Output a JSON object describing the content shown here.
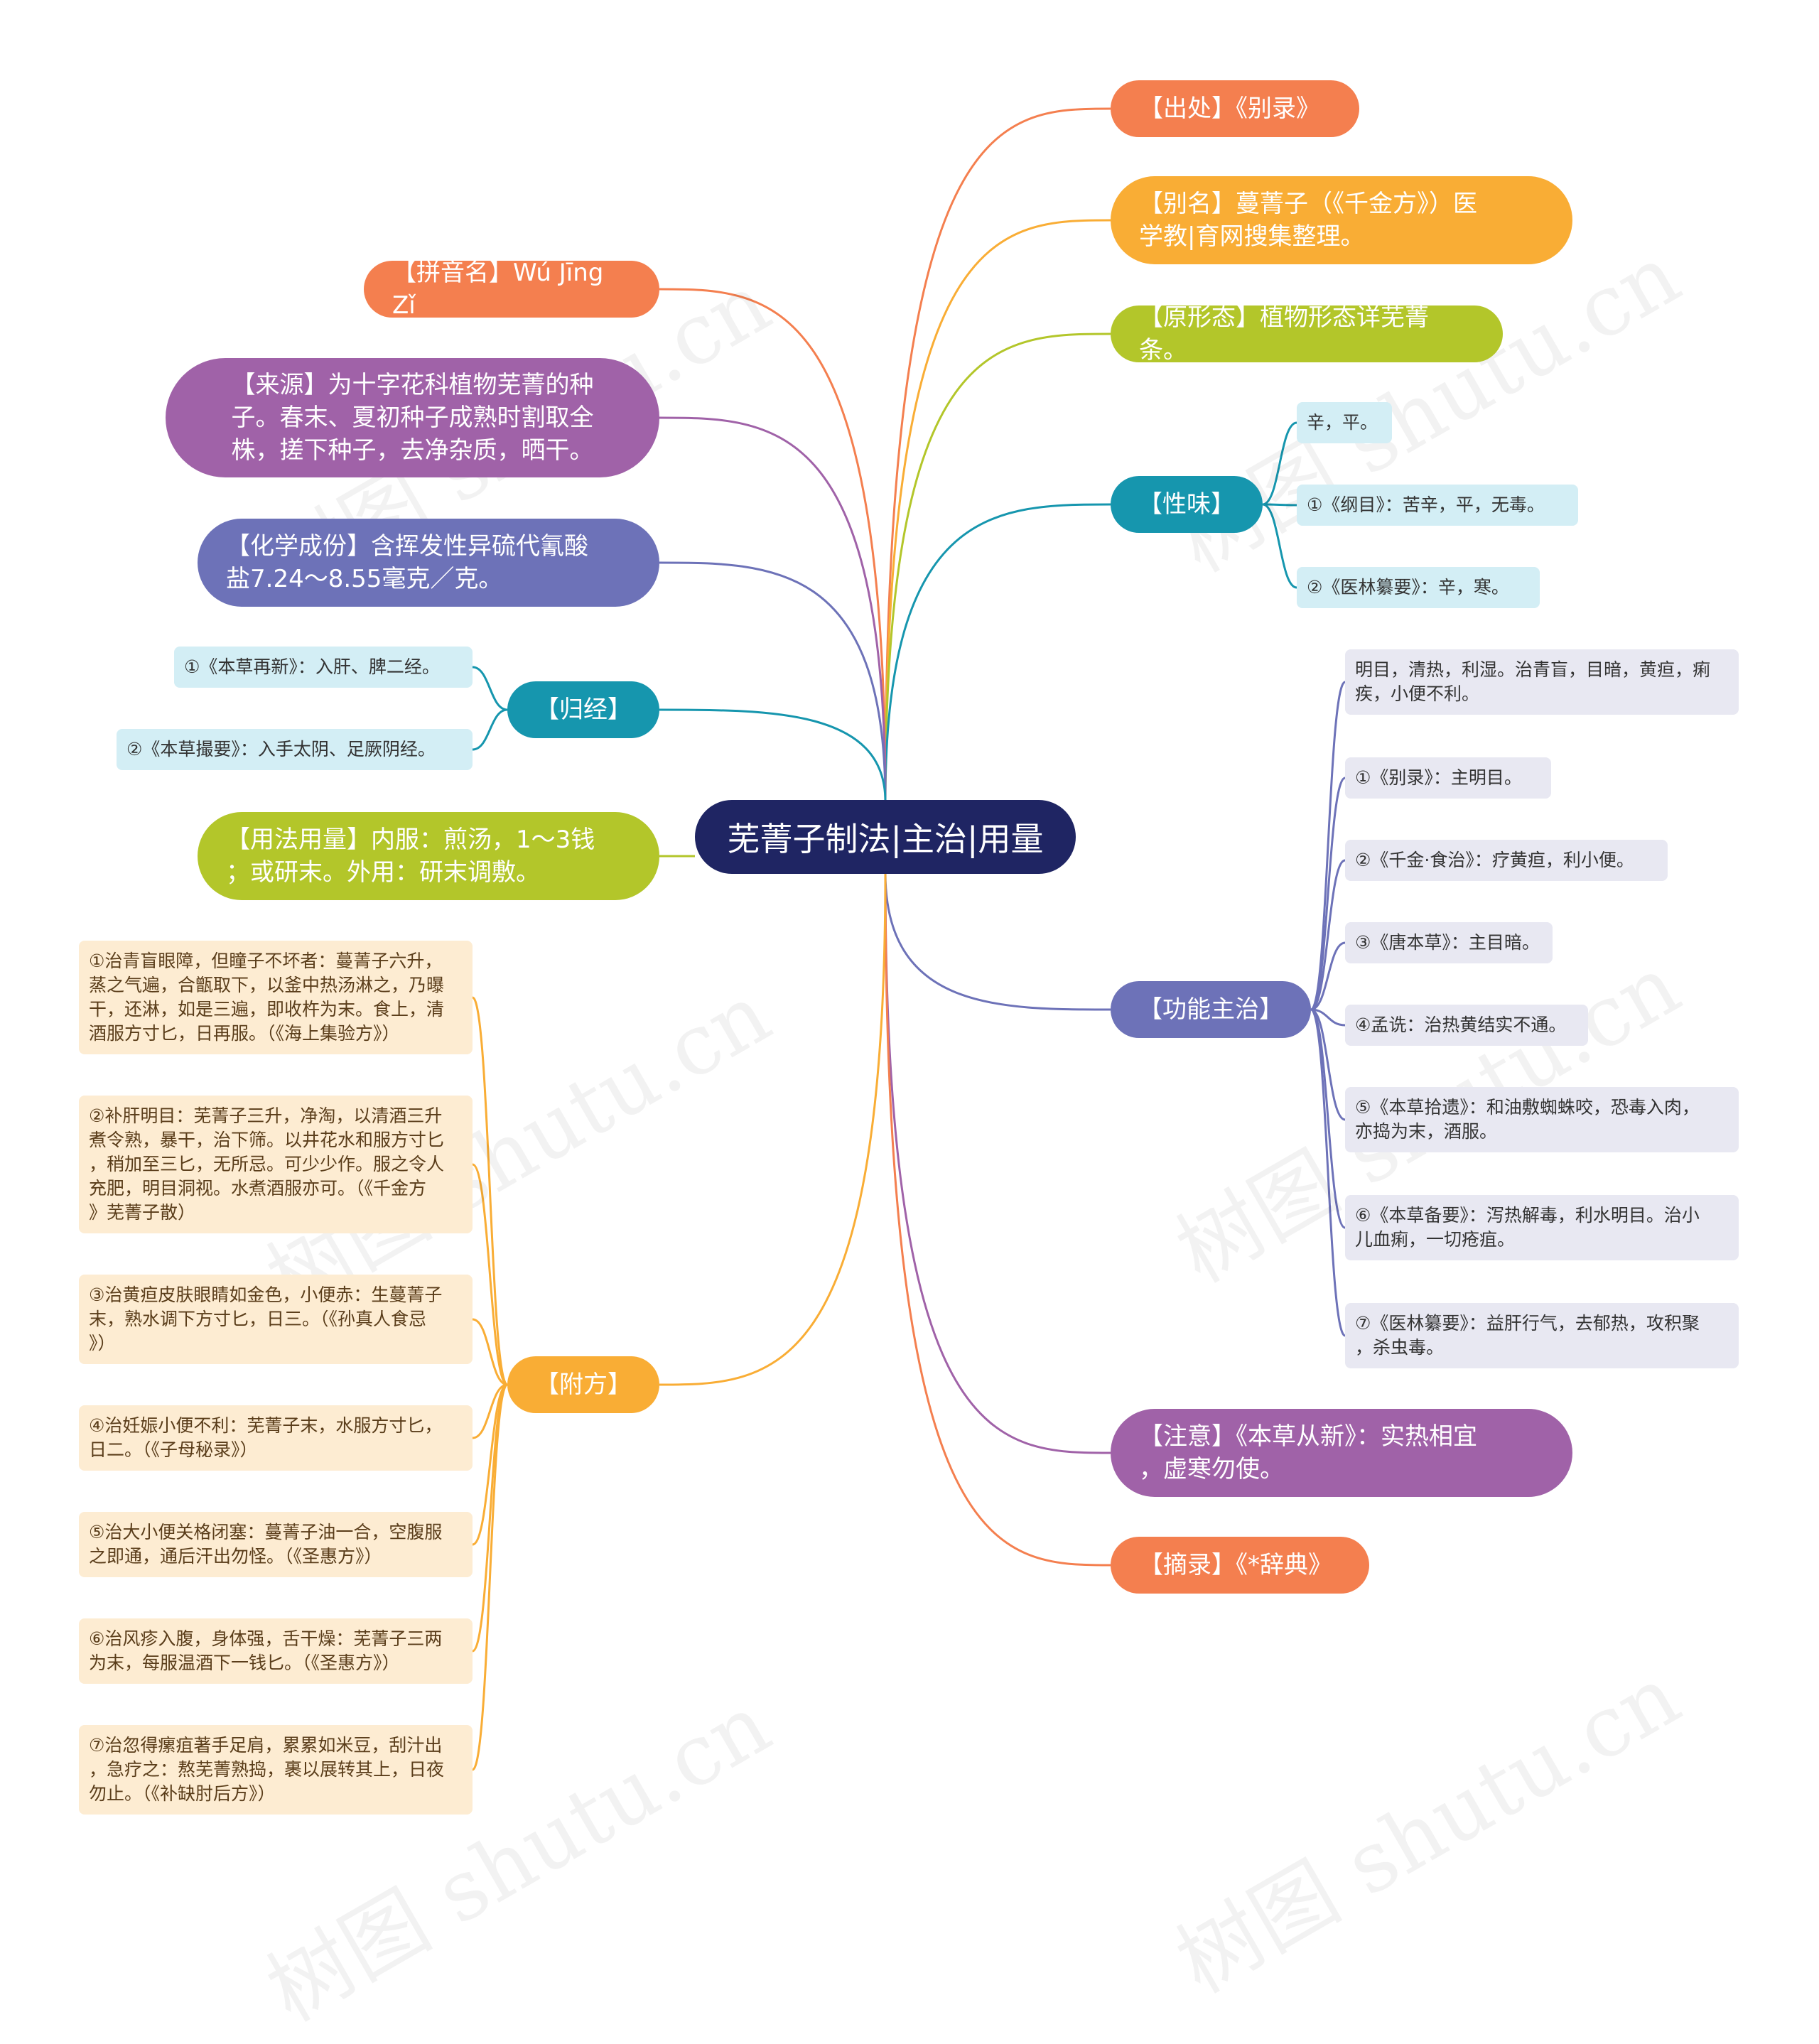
{
  "root": {
    "title": "芜菁子制法|主治|用量"
  },
  "colors": {
    "orange": "#f47f4f",
    "amber": "#f9ad35",
    "lime": "#b3c62a",
    "teal": "#1696ae",
    "purple": "#a062a8",
    "indigo": "#6d72b8",
    "navy": "#1f2563"
  },
  "branches": {
    "chuchu": "【出处】《别录》",
    "bieming": [
      "【别名】蔓菁子（《千金方》）医",
      "学教|育网搜集整理。"
    ],
    "yuanxingtai": "【原形态】植物形态详芜菁条。",
    "xingwei": {
      "label": "【性味】",
      "items": [
        "辛，平。",
        "①《纲目》：苦辛，平，无毒。",
        "②《医林纂要》：辛，寒。"
      ]
    },
    "gongneng": {
      "label": "【功能主治】",
      "items": [
        [
          "明目，清热，利湿。治青盲，目暗，黄疸，痢",
          "疾，小便不利。"
        ],
        [
          "①《别录》：主明目。"
        ],
        [
          "②《千金·食治》：疗黄疸，利小便。"
        ],
        [
          "③《唐本草》：主目暗。"
        ],
        [
          "④孟诜：治热黄结实不通。"
        ],
        [
          "⑤《本草拾遗》：和油敷蜘蛛咬，恐毒入肉，",
          "亦捣为末，酒服。"
        ],
        [
          "⑥《本草备要》：泻热解毒，利水明目。治小",
          "儿血痢，一切疮疽。"
        ],
        [
          "⑦《医林纂要》：益肝行气，去郁热，攻积聚",
          "，杀虫毒。"
        ]
      ]
    },
    "zhuyi": [
      "【注意】《本草从新》：实热相宜",
      "，虚寒勿使。"
    ],
    "zhailu": "【摘录】《*辞典》",
    "pinyin": "【拼音名】Wú Jīng Zǐ",
    "laiyuan": [
      "【来源】为十字花科植物芜菁的种",
      "子。春末、夏初种子成熟时割取全",
      "株，搓下种子，去净杂质，晒干。"
    ],
    "huaxue": [
      "【化学成份】含挥发性异硫代氰酸",
      "盐7.24～8.55毫克／克。"
    ],
    "guijing": {
      "label": "【归经】",
      "items": [
        "①《本草再新》：入肝、脾二经。",
        "②《本草撮要》：入手太阴、足厥阴经。"
      ]
    },
    "yongfa": [
      "【用法用量】内服：煎汤，1～3钱",
      "；或研末。外用：研末调敷。"
    ],
    "fufang": {
      "label": "【附方】",
      "items": [
        [
          "①治青盲眼障，但瞳子不坏者：蔓菁子六升，",
          "蒸之气遍，合甑取下，以釜中热汤淋之，乃曝",
          "干，还淋，如是三遍，即收杵为末。食上，清",
          "酒服方寸匕，日再服。（《海上集验方》）"
        ],
        [
          "②补肝明目：芜菁子三升，净淘，以清酒三升",
          "煮令熟，暴干，治下筛。以井花水和服方寸匕",
          "，稍加至三匕，无所忌。可少少作。服之令人",
          "充肥，明目洞视。水煮酒服亦可。（《千金方",
          "》芜菁子散）"
        ],
        [
          "③治黄疸皮肤眼睛如金色，小便赤：生蔓菁子",
          "末，熟水调下方寸匕，日三。（《孙真人食忌",
          "》）"
        ],
        [
          "④治妊娠小便不利：芜菁子末，水服方寸匕，",
          "日二。（《子母秘录》）"
        ],
        [
          "⑤治大小便关格闭塞：蔓菁子油一合，空腹服",
          "之即通，通后汗出勿怪。（《圣惠方》）"
        ],
        [
          "⑥治风疹入腹，身体强，舌干燥：芜菁子三两",
          "为末，每服温酒下一钱匕。（《圣惠方》）"
        ],
        [
          "⑦治忽得瘰疽著手足肩，累累如米豆，刮汁出",
          "，急疗之：熬芜菁熟捣，裹以展转其上，日夜",
          "勿止。（《补缺肘后方》）"
        ]
      ]
    }
  },
  "watermark": "树图 shutu.cn"
}
